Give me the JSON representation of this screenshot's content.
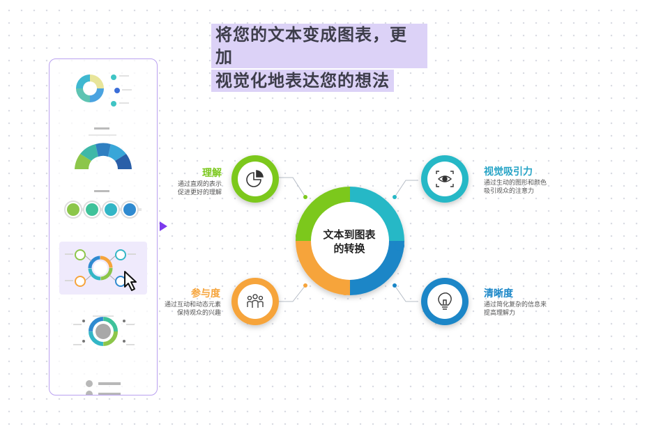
{
  "headline": {
    "line1": "将您的文本变成图表，更加",
    "line2": "视觉化地表达您的想法"
  },
  "colors": {
    "green": "#7cc81e",
    "teal": "#27b8c6",
    "blue": "#1a86c7",
    "orange": "#f6a43b",
    "accent": "#7c3aed"
  },
  "center": {
    "line1": "文本到图表",
    "line2": "的转换"
  },
  "nodes": [
    {
      "key": "understand",
      "title": "理解",
      "desc1": "通过直观的表示",
      "desc2": "促进更好的理解",
      "icon": "pie-chart-icon"
    },
    {
      "key": "visual",
      "title": "视觉吸引力",
      "desc1": "通过生动的图形和颜色",
      "desc2": "吸引观众的注意力",
      "icon": "eye-icon"
    },
    {
      "key": "engage",
      "title": "参与度",
      "desc1": "通过互动和动态元素",
      "desc2": "保持观众的兴趣",
      "icon": "people-icon"
    },
    {
      "key": "clarity",
      "title": "清晰度",
      "desc1": "通过简化复杂的信息来",
      "desc2": "提高理解力",
      "icon": "lightbulb-icon"
    }
  ],
  "gallery": {
    "icons": [
      "cycle-diagram-icon",
      "semicircle-diagram-icon",
      "circles-row-icon",
      "mindmap-diagram-icon",
      "donut-diagram-icon",
      "list-diagram-icon"
    ]
  }
}
